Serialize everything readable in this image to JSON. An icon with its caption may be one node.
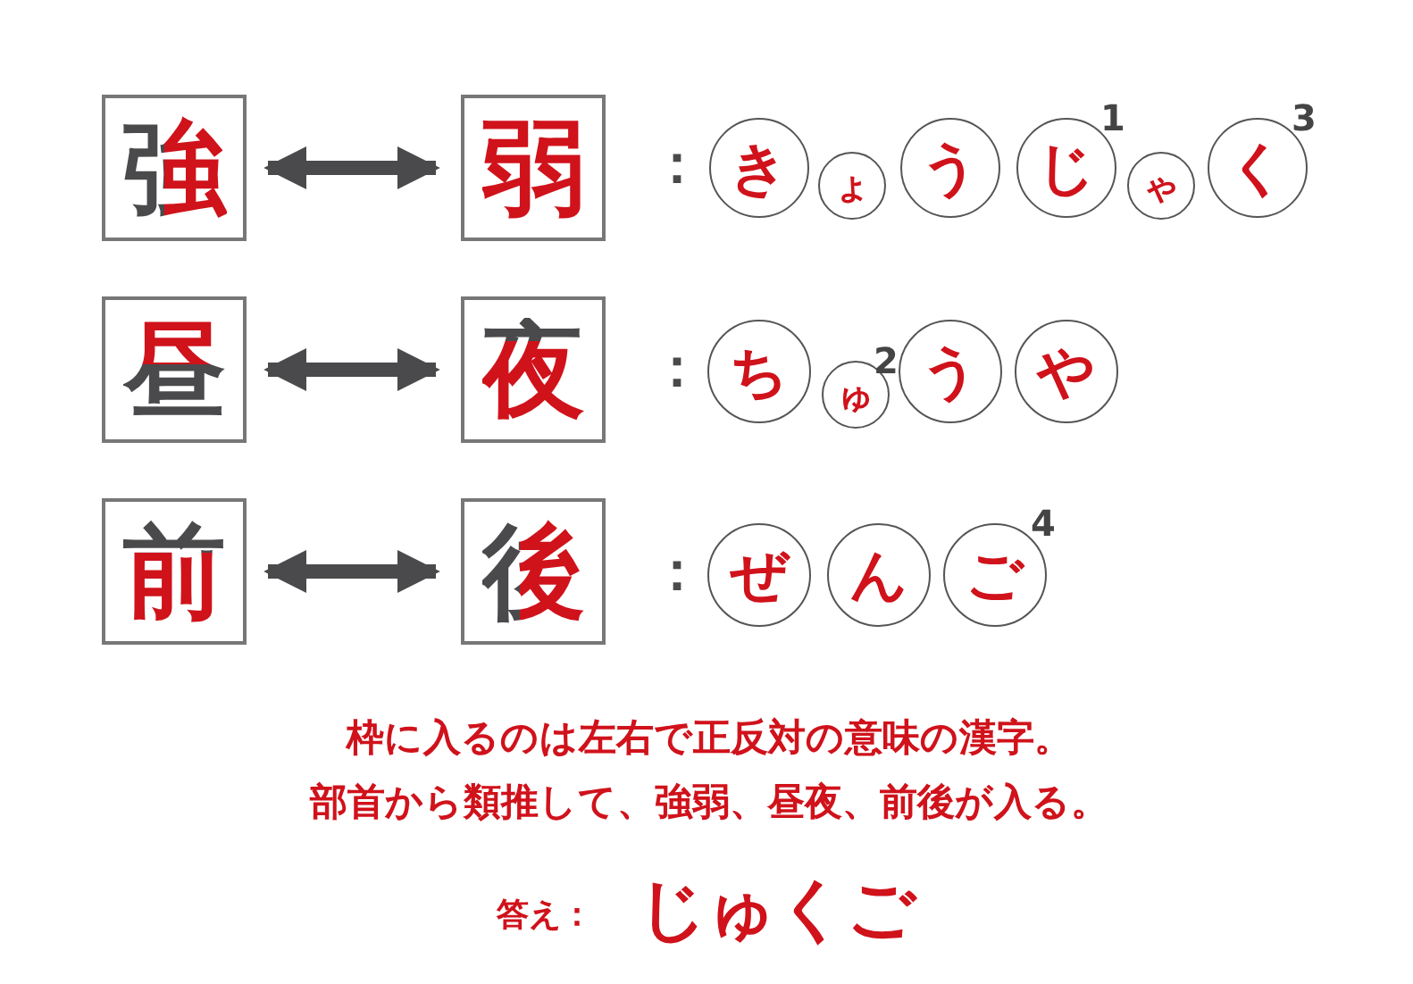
{
  "diagram": {
    "nodes": [
      {
        "text": [
          "強"
        ]
      },
      {
        "text": [
          "弱"
        ]
      },
      {
        "text": [
          "き"
        ]
      },
      {
        "text": [
          "ょ"
        ]
      },
      {
        "text": [
          "う"
        ]
      },
      {
        "text": [
          "じ"
        ],
        "beside": [
          "1"
        ]
      },
      {
        "text": [
          "ゃ"
        ]
      },
      {
        "text": [
          "く"
        ],
        "beside": [
          "3"
        ]
      },
      {
        "text": [
          "昼"
        ]
      },
      {
        "text": [
          "夜"
        ]
      },
      {
        "text": [
          "ち"
        ]
      },
      {
        "text": [
          "ゅ"
        ],
        "beside": [
          "2"
        ]
      },
      {
        "text": [
          "う"
        ]
      },
      {
        "text": [
          "や"
        ]
      },
      {
        "text": [
          "前"
        ]
      },
      {
        "text": [
          "後"
        ]
      },
      {
        "text": [
          "ぜ"
        ]
      },
      {
        "text": [
          "ん"
        ]
      },
      {
        "text": [
          "ご"
        ],
        "beside": [
          "4"
        ]
      }
    ],
    "edges": [
      {
        "from": 0,
        "to": 1,
        "arrow": "both"
      },
      {
        "from": 8,
        "to": 9,
        "arrow": "both"
      },
      {
        "from": 14,
        "to": 15,
        "arrow": "both"
      }
    ],
    "labels": [
      "：",
      "：",
      "：",
      "枠に入るのは左右で正反対の意味の漢字。",
      "部首から類推して、強弱、昼夜、前後が入る。",
      "答え：",
      "じゅくご"
    ]
  }
}
